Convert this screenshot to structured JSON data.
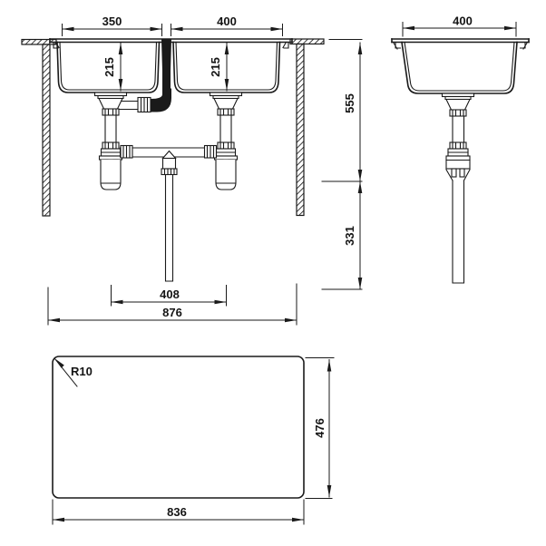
{
  "drawing": {
    "front_view": {
      "bowl1_width": "350",
      "bowl2_width": "400",
      "bowl1_depth": "215",
      "bowl2_depth": "215",
      "drain_spacing": "408",
      "overall_width": "876"
    },
    "side_view": {
      "bowl_width": "400",
      "height_counter_to_trap": "555",
      "height_below_trap": "331"
    },
    "top_view": {
      "corner_radius": "R10",
      "depth": "476",
      "width": "836"
    },
    "colors": {
      "line": "#1a1a1a",
      "background": "#ffffff"
    }
  }
}
